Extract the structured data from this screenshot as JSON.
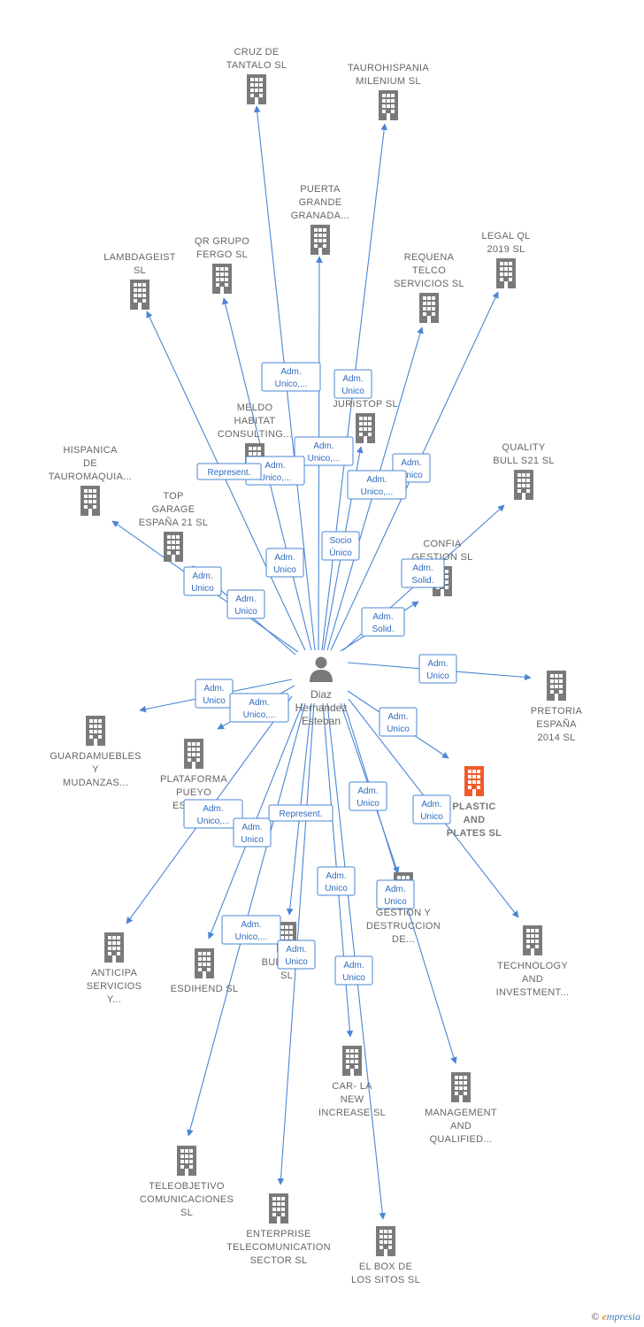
{
  "center": {
    "name_lines": [
      "Diaz",
      "Hernandez",
      "Esteban"
    ]
  },
  "colors": {
    "edge": "#4a86d4",
    "building": "#7a7a7a",
    "highlight": "#f05a28"
  },
  "companies": [
    {
      "id": "cruz",
      "lines": [
        "CRUZ DE",
        "TANTALO  SL"
      ]
    },
    {
      "id": "tauro",
      "lines": [
        "TAUROHISPANIA",
        "MILENIUM  SL"
      ]
    },
    {
      "id": "puerta",
      "lines": [
        "PUERTA",
        "GRANDE",
        "GRANADA..."
      ]
    },
    {
      "id": "qr",
      "lines": [
        "QR GRUPO",
        "FERGO  SL"
      ]
    },
    {
      "id": "lambda",
      "lines": [
        "LAMBDAGEIST",
        "SL"
      ]
    },
    {
      "id": "legal",
      "lines": [
        "LEGAL QL",
        "2019  SL"
      ]
    },
    {
      "id": "requena",
      "lines": [
        "REQUENA",
        "TELCO",
        "SERVICIOS  SL"
      ]
    },
    {
      "id": "meldo",
      "lines": [
        "MELDO",
        "HABITAT",
        "CONSULTING..."
      ]
    },
    {
      "id": "juristop",
      "lines": [
        "JURISTOP SL"
      ]
    },
    {
      "id": "hispanica",
      "lines": [
        "HISPANICA",
        "DE",
        "TAUROMAQUIA..."
      ]
    },
    {
      "id": "quality",
      "lines": [
        "QUALITY",
        "BULL S21  SL"
      ]
    },
    {
      "id": "topgarage",
      "lines": [
        "TOP",
        "GARAGE",
        "ESPAÑA 21  SL"
      ]
    },
    {
      "id": "confia",
      "lines": [
        "CONFIA",
        "GESTION SL"
      ]
    },
    {
      "id": "pretoria",
      "lines": [
        "PRETORIA",
        "ESPAÑA",
        "2014  SL"
      ]
    },
    {
      "id": "guardamuebles",
      "lines": [
        "GUARDAMUEBLES",
        "Y",
        "MUDANZAS..."
      ]
    },
    {
      "id": "plataforma",
      "lines": [
        "PLATAFORMA",
        "PUEYO",
        "ESPAÑ..."
      ]
    },
    {
      "id": "plastic",
      "lines": [
        "PLASTIC",
        "AND",
        "PLATES  SL"
      ],
      "highlight": true
    },
    {
      "id": "gestion",
      "lines": [
        "GESTION Y",
        "DESTRUCCION",
        "DE..."
      ]
    },
    {
      "id": "technology",
      "lines": [
        "TECHNOLOGY",
        "AND",
        "INVESTMENT..."
      ]
    },
    {
      "id": "anticipa",
      "lines": [
        "ANTICIPA",
        "SERVICIOS",
        "Y..."
      ]
    },
    {
      "id": "esdihend",
      "lines": [
        "ESDIHEND  SL"
      ]
    },
    {
      "id": "bunsalis",
      "lines": [
        "BUNSALIS",
        "SL"
      ]
    },
    {
      "id": "car",
      "lines": [
        "CAR- LA",
        "NEW",
        "INCREASE  SL"
      ]
    },
    {
      "id": "management",
      "lines": [
        "MANAGEMENT",
        "AND",
        "QUALIFIED..."
      ]
    },
    {
      "id": "teleobjetivo",
      "lines": [
        "TELEOBJETIVO",
        "COMUNICACIONES",
        "SL"
      ]
    },
    {
      "id": "enterprise",
      "lines": [
        "ENTERPRISE",
        "TELECOMUNICATION",
        "SECTOR  SL"
      ]
    },
    {
      "id": "elbox",
      "lines": [
        "EL BOX DE",
        "LOS SITOS  SL"
      ]
    }
  ],
  "relations": [
    {
      "to": "cruz",
      "role": [
        "Adm.",
        "Unico,..."
      ]
    },
    {
      "to": "tauro",
      "role": [
        "Adm.",
        "Unico"
      ]
    },
    {
      "to": "puerta",
      "role": [
        "Adm.",
        "Unico,..."
      ]
    },
    {
      "to": "qr",
      "role": [
        "Adm.",
        "Unico,..."
      ]
    },
    {
      "to": "lambda",
      "role": [
        "Represent."
      ]
    },
    {
      "to": "legal",
      "role": [
        "Adm.",
        "Unico"
      ]
    },
    {
      "to": "requena",
      "role": [
        "Adm.",
        "Unico,..."
      ]
    },
    {
      "to": "meldo",
      "role": [
        "Adm.",
        "Unico"
      ]
    },
    {
      "to": "juristop",
      "role": [
        "Socio",
        "Único"
      ]
    },
    {
      "to": "hispanica",
      "role": [
        "Adm.",
        "Unico"
      ]
    },
    {
      "to": "topgarage",
      "role": [
        "Adm.",
        "Unico"
      ]
    },
    {
      "to": "quality",
      "role": [
        "Adm.",
        "Solid."
      ]
    },
    {
      "to": "confia",
      "role": [
        "Adm.",
        "Solid."
      ]
    },
    {
      "to": "pretoria",
      "role": [
        "Adm.",
        "Unico"
      ]
    },
    {
      "to": "guardamuebles",
      "role": [
        "Adm.",
        "Unico"
      ]
    },
    {
      "to": "plataforma",
      "role": [
        "Adm.",
        "Unico,..."
      ]
    },
    {
      "to": "plastic",
      "role": [
        "Adm.",
        "Unico"
      ]
    },
    {
      "to": "anticipa",
      "role": [
        "Adm.",
        "Unico,..."
      ]
    },
    {
      "to": "esdihend",
      "role": [
        "Adm.",
        "Unico"
      ]
    },
    {
      "to": "bunsalis",
      "role": [
        "Represent."
      ]
    },
    {
      "to": "gestion",
      "role": [
        "Adm.",
        "Unico"
      ]
    },
    {
      "to": "technology",
      "role": [
        "Adm.",
        "Unico"
      ]
    },
    {
      "to": "management",
      "role": [
        "Adm.",
        "Unico"
      ]
    },
    {
      "to": "teleobjetivo",
      "role": [
        "Adm.",
        "Unico,..."
      ]
    },
    {
      "to": "car",
      "role": [
        "Adm.",
        "Unico"
      ]
    },
    {
      "to": "enterprise",
      "role": [
        "Adm.",
        "Unico"
      ]
    },
    {
      "to": "elbox",
      "role": [
        "Adm.",
        "Unico"
      ]
    }
  ],
  "watermark": {
    "copyright": "©",
    "brand_initial": "e",
    "brand_rest": "mpresia"
  }
}
